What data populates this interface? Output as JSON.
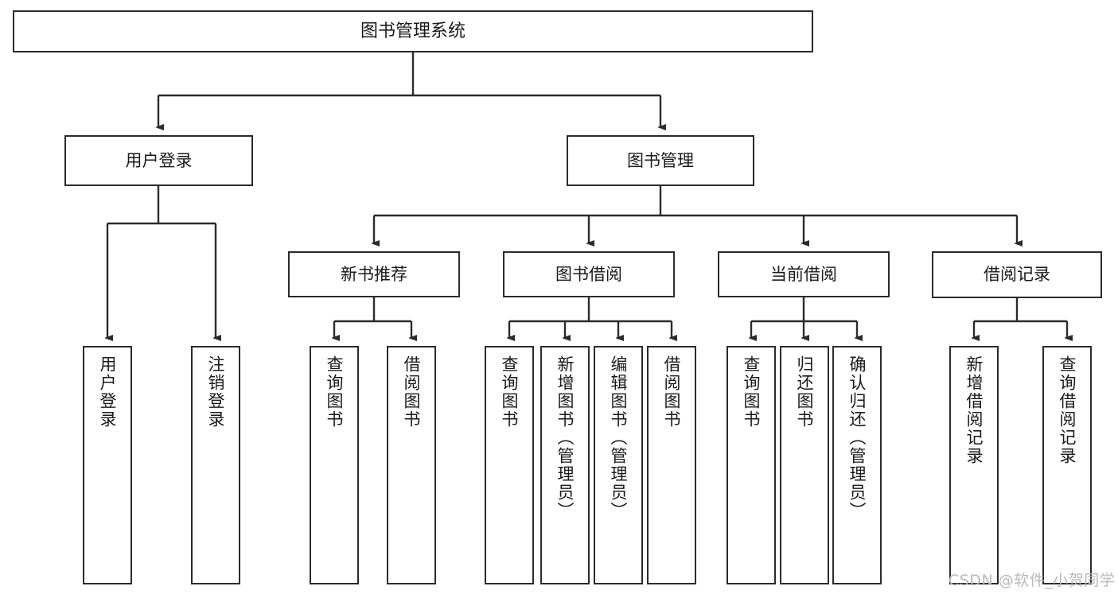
{
  "diagram": {
    "type": "tree",
    "title": "图书管理系统",
    "orientation": "top-down",
    "line_color": "#2b2b2b",
    "box_fill": "#ffffff",
    "text_color": "#1a1a1a"
  },
  "nodes": {
    "root": {
      "label": "图书管理系统"
    },
    "level2": [
      {
        "label": "用户登录"
      },
      {
        "label": "图书管理"
      }
    ],
    "level3": [
      {
        "label": "新书推荐"
      },
      {
        "label": "图书借阅"
      },
      {
        "label": "当前借阅"
      },
      {
        "label": "借阅记录"
      }
    ],
    "leaves_login": [
      {
        "label": "用户登录"
      },
      {
        "label": "注销登录"
      }
    ],
    "leaves_newbook": [
      {
        "label": "查询图书"
      },
      {
        "label": "借阅图书"
      }
    ],
    "leaves_borrow": [
      {
        "label": "查询图书"
      },
      {
        "label": "新增图书（管理员）"
      },
      {
        "label": "编辑图书（管理员）"
      },
      {
        "label": "借阅图书"
      }
    ],
    "leaves_current": [
      {
        "label": "查询图书"
      },
      {
        "label": "归还图书"
      },
      {
        "label": "确认归还（管理员）"
      }
    ],
    "leaves_records": [
      {
        "label": "新增借阅记录"
      },
      {
        "label": "查询借阅记录"
      }
    ]
  },
  "watermark": {
    "text": "CSDN @软件_小贺同学",
    "color": "#b9b9b9"
  }
}
